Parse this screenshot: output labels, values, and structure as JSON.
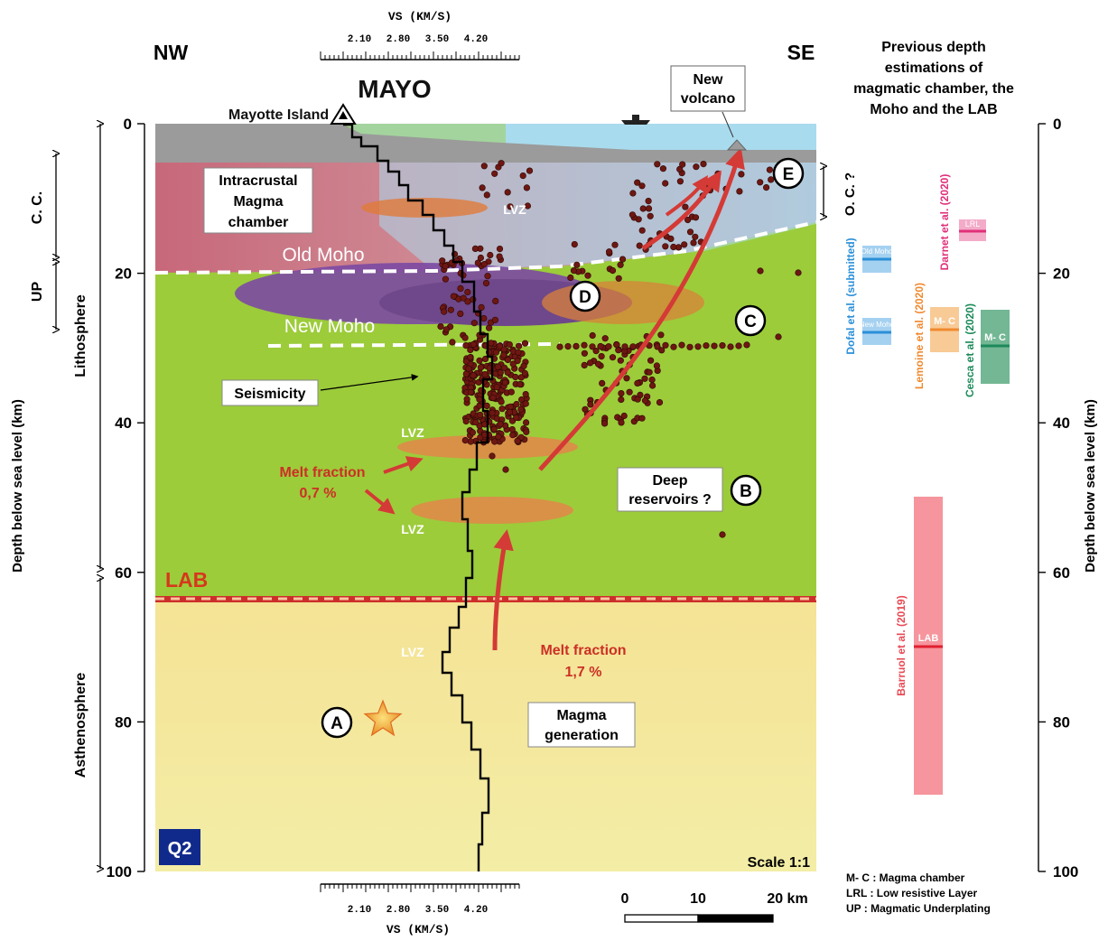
{
  "directions": {
    "nw": "NW",
    "se": "SE"
  },
  "vs_axis": {
    "title_top": "VS (KM/S)",
    "title_bottom": "VS (KM/S)",
    "ticks": [
      "2.10",
      "2.80",
      "3.50",
      "4.20"
    ]
  },
  "station": {
    "name": "MAYO"
  },
  "labels": {
    "mayotte_island": "Mayotte Island",
    "new_volcano": [
      "New",
      "volcano"
    ],
    "intracrustal": [
      "Intracrustal",
      "Magma",
      "chamber"
    ],
    "old_moho": "Old Moho",
    "new_moho": "New Moho",
    "seismicity": "Seismicity",
    "lvz": "LVZ",
    "melt_upper": [
      "Melt fraction",
      "0,7 %"
    ],
    "melt_lower": [
      "Melt fraction",
      "1,7 %"
    ],
    "deep_reservoirs": [
      "Deep",
      "reservoirs ?"
    ],
    "lab": "LAB",
    "magma_generation": [
      "Magma",
      "generation"
    ],
    "q2": "Q2",
    "scale": "Scale 1:1",
    "markers": [
      "A",
      "B",
      "C",
      "D",
      "E"
    ]
  },
  "left_axis": {
    "title": "Depth below sea level (km)",
    "ticks": [
      "0",
      "20",
      "40",
      "60",
      "80",
      "100"
    ],
    "zones": {
      "cc": "C. C.",
      "up": "UP",
      "lithosphere": "Lithosphere",
      "asthenosphere": "Asthenosphere"
    }
  },
  "right_axis": {
    "title": "Depth below sea level (km)",
    "ticks": [
      "0",
      "20",
      "40",
      "60",
      "80",
      "100"
    ]
  },
  "oc_label": "O. C. ?",
  "previous": {
    "title": [
      "Previous depth",
      "estimations of",
      "magmatic chamber, the",
      "Moho and the LAB"
    ],
    "studies": [
      {
        "name": "Dofal et al. (submitted)",
        "color": "#2a8fd8",
        "boxes": [
          "Old Moho",
          "New Moho"
        ]
      },
      {
        "name": "Lemoine et al. (2020)",
        "color": "#f08a30",
        "boxes": [
          "M- C"
        ]
      },
      {
        "name": "Darnet et al. (2020)",
        "color": "#e0307a",
        "boxes": [
          "LRL"
        ]
      },
      {
        "name": "Cesca et al. (2020)",
        "color": "#1d8a5a",
        "boxes": [
          "M- C"
        ]
      },
      {
        "name": "Barruol et al. (2019)",
        "color": "#e84a55",
        "boxes": [
          "LAB"
        ]
      }
    ]
  },
  "distance_scale": {
    "ticks": [
      "0",
      "10",
      "20 km"
    ]
  },
  "legend": [
    "M- C : Magma chamber",
    "LRL : Low resistive Layer",
    "UP : Magmatic Underplating"
  ],
  "colors": {
    "sea": "#a9dbee",
    "mantle": "#9ccc3a",
    "crust": "#c9707a",
    "asthenosphere_top": "#f08a2a",
    "asthenosphere_bottom": "#f3eda0",
    "arrow": "#d43a36",
    "quake": "#6e1712",
    "q2_badge": "#102a8c"
  }
}
